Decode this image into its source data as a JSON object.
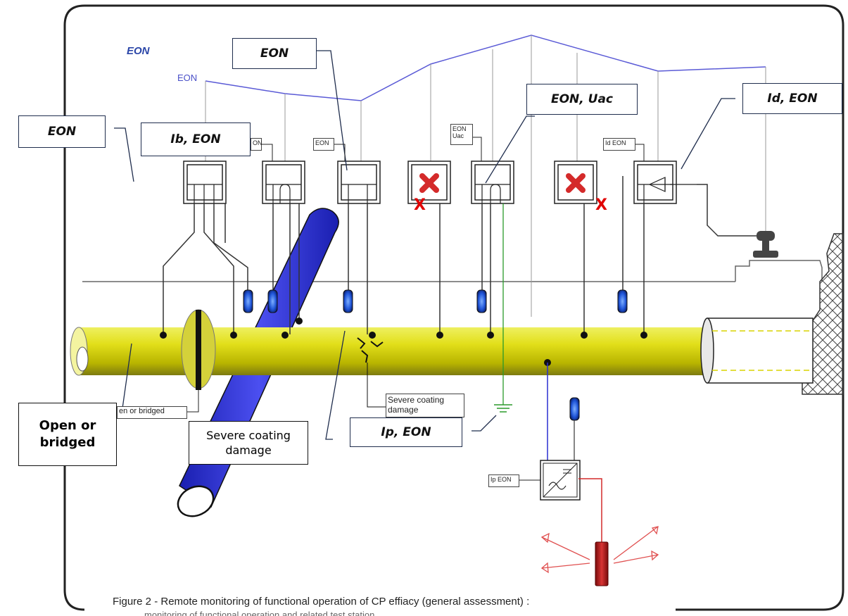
{
  "labels": {
    "eon_top_left_plain": "EON",
    "eon_small_plain": "EON",
    "box_eon_top": "EON",
    "box_eon_left": "EON",
    "box_ib_eon": "Ib, EON",
    "box_eon_uac": "EON, Uac",
    "box_id_eon": "Id, EON",
    "box_ip_eon": "Ip, EON",
    "open_or_bridged": "Open or bridged",
    "severe_coating_damage": "Severe coating damage"
  },
  "small_tags": {
    "tag_eon_1": "EON",
    "tag_eon_2": "ON",
    "tag_eon_uac": [
      "EON",
      "Uac"
    ],
    "tag_id_eon": "Id EON",
    "tag_ip_eon": "Ip EON",
    "tag_open_bridged": "en or bridged",
    "tag_severe": [
      "Severe coating",
      "damage"
    ]
  },
  "markers": {
    "red_x_1": "X",
    "red_x_2": "X"
  },
  "caption": {
    "line1": "Figure 2 - Remote monitoring of functional operation of CP effiacy (general assessment) :",
    "line2": "monitoring of functional operation and related test station"
  },
  "colors": {
    "pipe_yellow": "#d9d400",
    "crossing_pipe_blue": "#2a2fd0",
    "eon_profile_line": "#5a5ad6",
    "label_border": "#1f2d4d",
    "fault_red": "#e00000",
    "ground_green": "#2a9a2a",
    "anode_red": "#b01818"
  }
}
